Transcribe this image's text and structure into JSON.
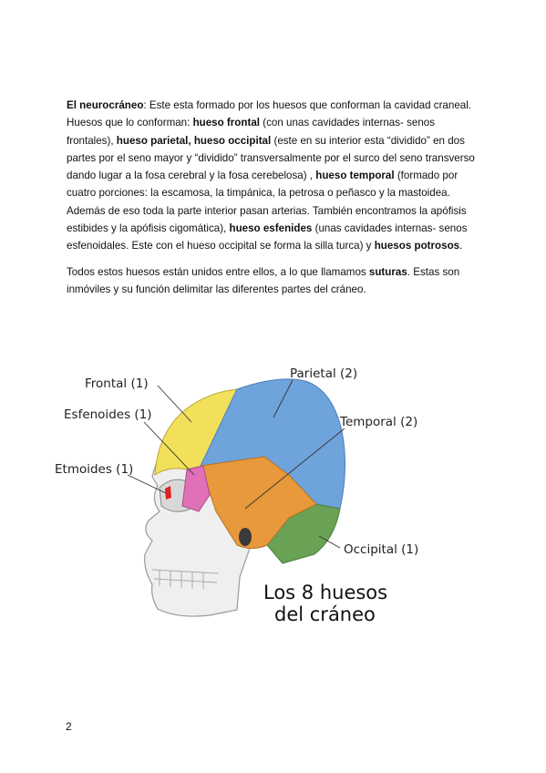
{
  "paragraph1": {
    "p1": "El neurocráneo",
    "p2": ": Este esta formado por los huesos que conforman la cavidad craneal.",
    "p3": "Huesos que lo conforman: ",
    "p4": "hueso frontal",
    "p5": " (con unas cavidades internas- senos frontales), ",
    "p6": "hueso parietal, hueso occipital",
    "p7": " (este en su interior esta “dividido” en dos partes por el seno mayor y “dividido” transversalmente por el surco del seno transverso dando lugar a la fosa cerebral y la fosa cerebelosa)  , ",
    "p8": "hueso temporal",
    "p9": " (formado por cuatro porciones: la escamosa, la timpánica, la petrosa o peñasco y la mastoidea. Además de eso toda la parte interior pasan arterias. También encontramos la apófisis estibides y la apófisis cigomática), ",
    "p10": "hueso esfenides",
    "p11": " (unas cavidades internas- senos esfenoidales. Este con el hueso occipital se forma la silla turca) y ",
    "p12": "huesos potrosos",
    "p13": "."
  },
  "paragraph2": {
    "p1": "Todos estos huesos están unidos entre ellos, a lo que llamamos ",
    "p2": "suturas",
    "p3": ". Estas son inmóviles y su función delimitar las diferentes partes del cráneo."
  },
  "figure": {
    "labels": {
      "frontal": "Frontal (1)",
      "parietal": "Parietal (2)",
      "esfenoides": "Esfenoides (1)",
      "temporal": "Temporal (2)",
      "etmoides": "Etmoides (1)",
      "occipital": "Occipital (1)"
    },
    "caption_line1": "Los 8 huesos",
    "caption_line2": "del cráneo",
    "colors": {
      "frontal": "#f2e05a",
      "parietal": "#6fa3dc",
      "temporal": "#e8993c",
      "occipital": "#6aa255",
      "esfenoides": "#e070b8",
      "etmoides": "#e02020",
      "face": "#efefef",
      "outline": "#9a9a9a"
    }
  },
  "page_number": "2"
}
